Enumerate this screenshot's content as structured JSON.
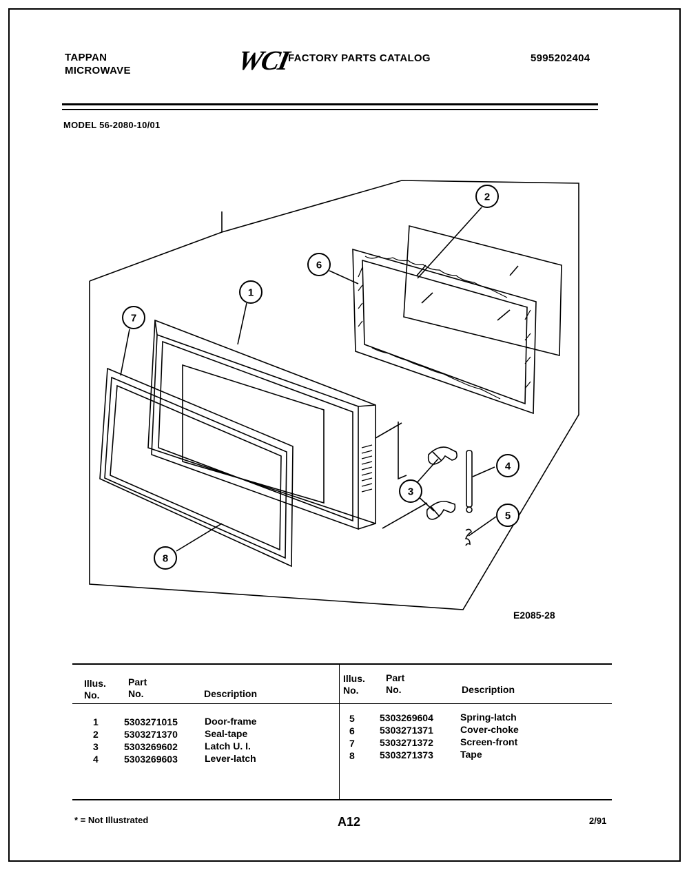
{
  "header": {
    "brand_line1": "TAPPAN",
    "brand_line2": "MICROWAVE",
    "logo": "WCI",
    "catalog_title": "FACTORY PARTS CATALOG",
    "catalog_number": "5995202404",
    "model": "MODEL 56-2080-10/01"
  },
  "diagram": {
    "code": "E2085-28",
    "callouts": [
      "1",
      "2",
      "3",
      "4",
      "5",
      "6",
      "7",
      "8"
    ]
  },
  "table": {
    "headers": {
      "illus_line1": "Illus.",
      "illus_line2": "No.",
      "part_line1": "Part",
      "part_line2": "No.",
      "description": "Description"
    },
    "left_rows": [
      {
        "illus": "1",
        "part": "5303271015",
        "description": "Door-frame"
      },
      {
        "illus": "2",
        "part": "5303271370",
        "description": "Seal-tape"
      },
      {
        "illus": "3",
        "part": "5303269602",
        "description": "Latch U. I."
      },
      {
        "illus": "4",
        "part": "5303269603",
        "description": "Lever-latch"
      }
    ],
    "right_rows": [
      {
        "illus": "5",
        "part": "5303269604",
        "description": "Spring-latch"
      },
      {
        "illus": "6",
        "part": "5303271371",
        "description": "Cover-choke"
      },
      {
        "illus": "7",
        "part": "5303271372",
        "description": "Screen-front"
      },
      {
        "illus": "8",
        "part": "5303271373",
        "description": "Tape"
      }
    ]
  },
  "footer": {
    "note": "* = Not Illustrated",
    "page": "A12",
    "date": "2/91"
  }
}
